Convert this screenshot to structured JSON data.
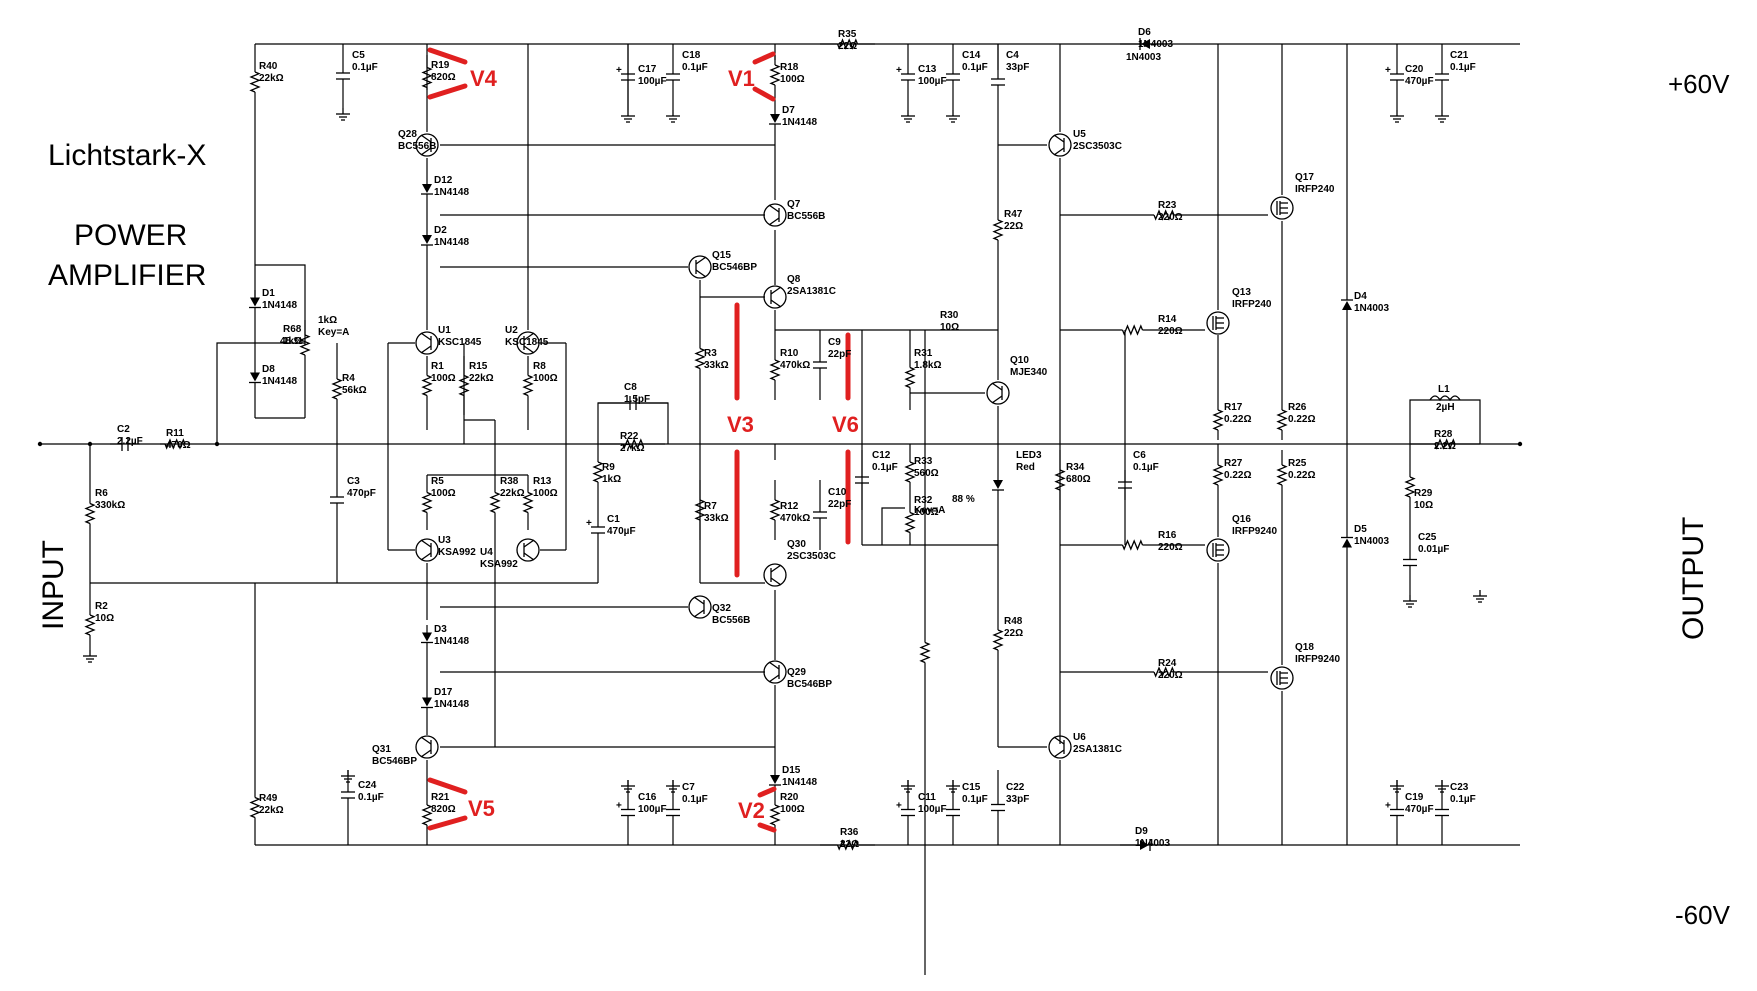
{
  "title": {
    "line1": "Lichtstark-X",
    "line2": "POWER",
    "line3": "AMPLIFIER"
  },
  "rails": {
    "pos": "+60V",
    "neg": "-60V"
  },
  "io": {
    "input": "INPUT",
    "output": "OUTPUT"
  },
  "voltage_tags": [
    "V1",
    "V2",
    "V3",
    "V4",
    "V5",
    "V6"
  ],
  "colors": {
    "wire": "#000000",
    "annotation": "#e02020"
  },
  "resistors": [
    {
      "n": "R40",
      "v": "22kΩ"
    },
    {
      "n": "R19",
      "v": "820Ω"
    },
    {
      "n": "R18",
      "v": "100Ω"
    },
    {
      "n": "R35",
      "v": "22Ω"
    },
    {
      "n": "R68",
      "v": "1kΩ",
      "pct": "48 %",
      "key": "Key=A"
    },
    {
      "n": "R4",
      "v": "56kΩ"
    },
    {
      "n": "R1",
      "v": "100Ω"
    },
    {
      "n": "R15",
      "v": "22kΩ"
    },
    {
      "n": "R8",
      "v": "100Ω"
    },
    {
      "n": "R3",
      "v": "33kΩ"
    },
    {
      "n": "R10",
      "v": "470kΩ"
    },
    {
      "n": "R30",
      "v": "10Ω"
    },
    {
      "n": "R31",
      "v": "1.8kΩ"
    },
    {
      "n": "R47",
      "v": "22Ω"
    },
    {
      "n": "R23",
      "v": "220Ω"
    },
    {
      "n": "R14",
      "v": "220Ω"
    },
    {
      "n": "R17",
      "v": "0.22Ω"
    },
    {
      "n": "R26",
      "v": "0.22Ω"
    },
    {
      "n": "R11",
      "v": "470Ω"
    },
    {
      "n": "R6",
      "v": "330kΩ"
    },
    {
      "n": "R2",
      "v": "10Ω"
    },
    {
      "n": "R22",
      "v": "27kΩ"
    },
    {
      "n": "R9",
      "v": "1kΩ"
    },
    {
      "n": "R5",
      "v": "100Ω"
    },
    {
      "n": "R38",
      "v": "22kΩ"
    },
    {
      "n": "R13",
      "v": "100Ω"
    },
    {
      "n": "R7",
      "v": "33kΩ"
    },
    {
      "n": "R12",
      "v": "470kΩ"
    },
    {
      "n": "R33",
      "v": "560Ω"
    },
    {
      "n": "R32",
      "v": "100Ω",
      "pct": "88 %",
      "key": "Key=A"
    },
    {
      "n": "R34",
      "v": "680Ω"
    },
    {
      "n": "R27",
      "v": "0.22Ω"
    },
    {
      "n": "R25",
      "v": "0.22Ω"
    },
    {
      "n": "R28",
      "v": "2.2Ω"
    },
    {
      "n": "R29",
      "v": "10Ω"
    },
    {
      "n": "R16",
      "v": "220Ω"
    },
    {
      "n": "R48",
      "v": "22Ω"
    },
    {
      "n": "R24",
      "v": "220Ω"
    },
    {
      "n": "R49",
      "v": "22kΩ"
    },
    {
      "n": "R21",
      "v": "820Ω"
    },
    {
      "n": "R20",
      "v": "100Ω"
    },
    {
      "n": "R36",
      "v": "22Ω"
    }
  ],
  "capacitors": [
    {
      "n": "C5",
      "v": "0.1µF"
    },
    {
      "n": "C17",
      "v": "100µF"
    },
    {
      "n": "C18",
      "v": "0.1µF"
    },
    {
      "n": "C13",
      "v": "100µF"
    },
    {
      "n": "C14",
      "v": "0.1µF"
    },
    {
      "n": "C4",
      "v": "33pF"
    },
    {
      "n": "C20",
      "v": "470µF"
    },
    {
      "n": "C21",
      "v": "0.1µF"
    },
    {
      "n": "C2",
      "v": "2.2µF"
    },
    {
      "n": "C3",
      "v": "470pF"
    },
    {
      "n": "C8",
      "v": "1.5pF"
    },
    {
      "n": "C9",
      "v": "22pF"
    },
    {
      "n": "C1",
      "v": "470µF"
    },
    {
      "n": "C12",
      "v": "0.1µF"
    },
    {
      "n": "C10",
      "v": "22pF"
    },
    {
      "n": "C6",
      "v": "0.1µF"
    },
    {
      "n": "C25",
      "v": "0.01µF"
    },
    {
      "n": "C24",
      "v": "0.1µF"
    },
    {
      "n": "C16",
      "v": "100µF"
    },
    {
      "n": "C7",
      "v": "0.1µF"
    },
    {
      "n": "C11",
      "v": "100µF"
    },
    {
      "n": "C15",
      "v": "0.1µF"
    },
    {
      "n": "C22",
      "v": "33pF"
    },
    {
      "n": "C19",
      "v": "470µF"
    },
    {
      "n": "C23",
      "v": "0.1µF"
    }
  ],
  "diodes": [
    {
      "n": "D6",
      "v": "1N4003"
    },
    {
      "n": "D7",
      "v": "1N4148"
    },
    {
      "n": "D12",
      "v": "1N4148"
    },
    {
      "n": "D2",
      "v": "1N4148"
    },
    {
      "n": "D1",
      "v": "1N4148"
    },
    {
      "n": "D8",
      "v": "1N4148"
    },
    {
      "n": "D4",
      "v": "1N4003"
    },
    {
      "n": "D5",
      "v": "1N4003"
    },
    {
      "n": "D3",
      "v": "1N4148"
    },
    {
      "n": "D17",
      "v": "1N4148"
    },
    {
      "n": "D15",
      "v": "1N4148"
    },
    {
      "n": "D9",
      "v": "1N4003"
    },
    {
      "n": "LED3",
      "v": "Red"
    }
  ],
  "transistors": [
    {
      "n": "Q28",
      "v": "BC556B"
    },
    {
      "n": "Q7",
      "v": "BC556B"
    },
    {
      "n": "Q15",
      "v": "BC546BP"
    },
    {
      "n": "Q8",
      "v": "2SA1381C"
    },
    {
      "n": "U1",
      "v": "KSC1845"
    },
    {
      "n": "U2",
      "v": "KSC1845"
    },
    {
      "n": "U3",
      "v": "KSA992"
    },
    {
      "n": "U4",
      "v": "KSA992"
    },
    {
      "n": "U5",
      "v": "2SC3503C"
    },
    {
      "n": "Q17",
      "v": "IRFP240"
    },
    {
      "n": "Q13",
      "v": "IRFP240"
    },
    {
      "n": "Q10",
      "v": "MJE340"
    },
    {
      "n": "Q30",
      "v": "2SC3503C"
    },
    {
      "n": "Q32",
      "v": "BC556B"
    },
    {
      "n": "Q29",
      "v": "BC546BP"
    },
    {
      "n": "Q31",
      "v": "BC546BP"
    },
    {
      "n": "U6",
      "v": "2SA1381C"
    },
    {
      "n": "Q16",
      "v": "IRFP9240"
    },
    {
      "n": "Q18",
      "v": "IRFP9240"
    }
  ],
  "inductors": [
    {
      "n": "L1",
      "v": "2µH"
    }
  ]
}
